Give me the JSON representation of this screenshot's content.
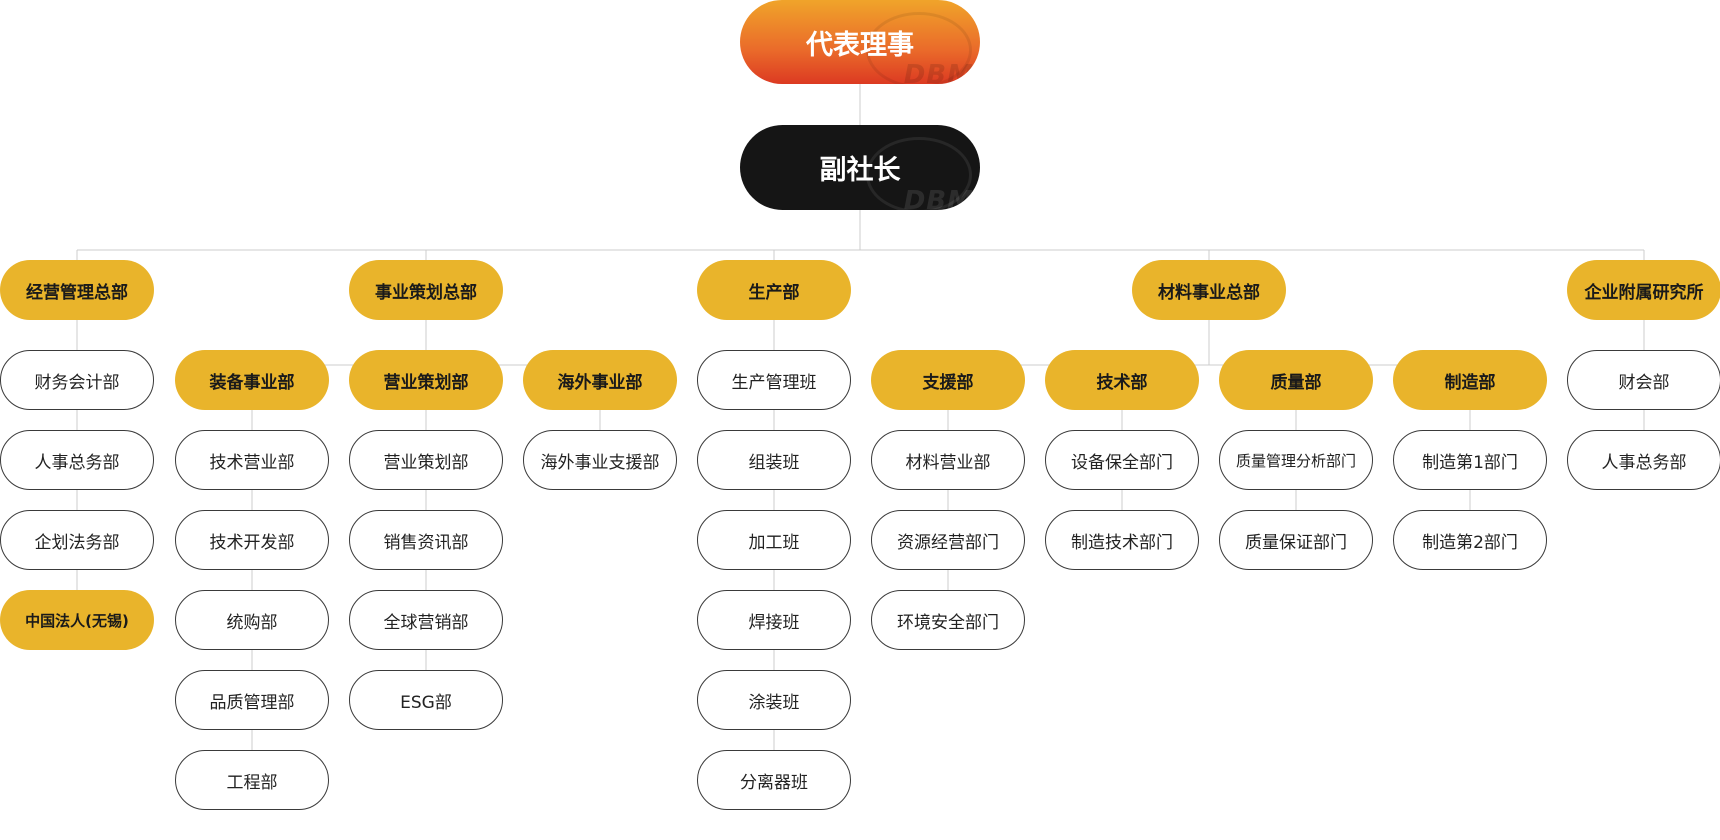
{
  "top": {
    "representative": "代表理事",
    "vice_president": "副社长",
    "logo_watermark": "DBM"
  },
  "divisions": [
    {
      "name": "经营管理总部",
      "departments": [
        {
          "name": "财务会计部",
          "highlight": false,
          "items": []
        },
        {
          "name": "人事总务部",
          "highlight": false,
          "items": []
        },
        {
          "name": "企划法务部",
          "highlight": false,
          "items": []
        },
        {
          "name": "中国法人(无锡)",
          "highlight": true,
          "items": []
        }
      ]
    },
    {
      "name": "事业策划总部",
      "departments": [
        {
          "name": "装备事业部",
          "highlight": true,
          "items": [
            "技术营业部",
            "技术开发部",
            "统购部",
            "品质管理部",
            "工程部"
          ]
        },
        {
          "name": "营业策划部",
          "highlight": true,
          "items": [
            "营业策划部",
            "销售资讯部",
            "全球营销部",
            "ESG部"
          ]
        },
        {
          "name": "海外事业部",
          "highlight": true,
          "items": [
            "海外事业支援部"
          ]
        }
      ]
    },
    {
      "name": "生产部",
      "departments": [
        {
          "name": "生产管理班",
          "highlight": false,
          "items": []
        },
        {
          "name": "组装班",
          "highlight": false,
          "items": []
        },
        {
          "name": "加工班",
          "highlight": false,
          "items": []
        },
        {
          "name": "焊接班",
          "highlight": false,
          "items": []
        },
        {
          "name": "涂装班",
          "highlight": false,
          "items": []
        },
        {
          "name": "分离器班",
          "highlight": false,
          "items": []
        }
      ]
    },
    {
      "name": "材料事业总部",
      "departments": [
        {
          "name": "支援部",
          "highlight": true,
          "items": [
            "材料营业部",
            "资源经营部门",
            "环境安全部门"
          ]
        },
        {
          "name": "技术部",
          "highlight": true,
          "items": [
            "设备保全部门",
            "制造技术部门"
          ]
        },
        {
          "name": "质量部",
          "highlight": true,
          "items": [
            "质量管理分析部门",
            "质量保证部门"
          ]
        },
        {
          "name": "制造部",
          "highlight": true,
          "items": [
            "制造第1部门",
            "制造第2部门"
          ]
        }
      ]
    },
    {
      "name": "企业附属研究所",
      "departments": [
        {
          "name": "财会部",
          "highlight": false,
          "items": []
        },
        {
          "name": "人事总务部",
          "highlight": false,
          "items": []
        }
      ]
    }
  ],
  "colors": {
    "highlight": "#e9b42b",
    "representative_gradient": [
      "#f0a42a",
      "#dc3a22"
    ],
    "vice_president": "#151515",
    "connector": "#cccccc",
    "outline": "#3a3a3a"
  }
}
